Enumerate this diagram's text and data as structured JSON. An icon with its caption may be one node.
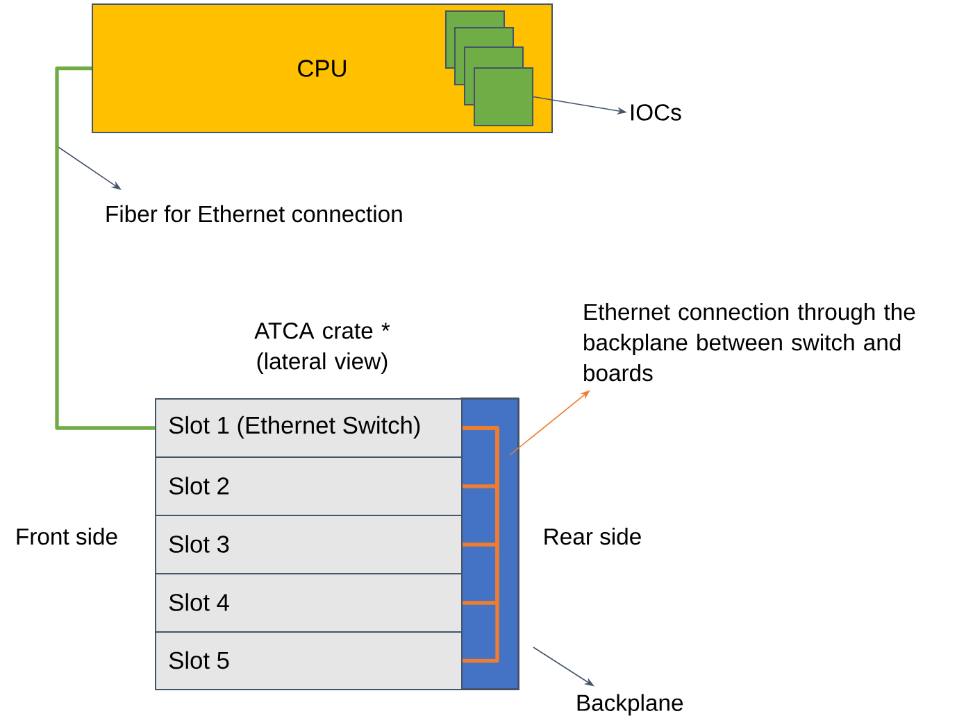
{
  "diagram": {
    "nodes": [
      {
        "text": [
          "CPU"
        ]
      },
      {
        "text": [],
        "shape": "box",
        "in": 0
      },
      {
        "text": [],
        "shape": "box",
        "in": 0
      },
      {
        "text": [],
        "shape": "box",
        "in": 0
      },
      {
        "text": [],
        "shape": "box",
        "in": 0
      },
      {
        "text": [
          "IOCs"
        ]
      },
      {
        "text": [
          "Fiber for Ethernet connection"
        ]
      },
      {
        "text": [
          "ATCA crate * (lateral view)"
        ]
      },
      {
        "text": [
          "Slot 1 (Ethernet Switch)"
        ],
        "in": 7
      },
      {
        "text": [
          "Slot 2"
        ],
        "in": 7
      },
      {
        "text": [
          "Slot 3"
        ],
        "in": 7
      },
      {
        "text": [
          "Slot 4"
        ],
        "in": 7
      },
      {
        "text": [
          "Slot 5"
        ],
        "in": 7
      },
      {
        "text": [
          "Ethernet connection through the backplane between switch and boards"
        ]
      },
      {
        "text": [
          "Backplane"
        ]
      }
    ],
    "edges": [
      {
        "from": 4,
        "to": 5,
        "arrow": "to",
        "color": "#44546a"
      },
      {
        "from": null,
        "to": 6,
        "arrow": "to",
        "color": "#44546a"
      },
      {
        "from": 0,
        "to": 8,
        "arrow": "none",
        "color": "#70ad47"
      },
      {
        "from": 8,
        "to": 9,
        "arrow": "none",
        "color": "#ed7d31"
      },
      {
        "from": 8,
        "to": 10,
        "arrow": "none",
        "color": "#ed7d31"
      },
      {
        "from": 8,
        "to": 11,
        "arrow": "none",
        "color": "#ed7d31"
      },
      {
        "from": 8,
        "to": 12,
        "arrow": "none",
        "color": "#ed7d31"
      },
      {
        "from": 7,
        "to": 13,
        "arrow": "to",
        "color": "#ed7d31"
      },
      {
        "from": null,
        "to": 14,
        "arrow": "to",
        "color": "#44546a"
      }
    ],
    "labels": [
      "Front side",
      "Rear side"
    ]
  }
}
